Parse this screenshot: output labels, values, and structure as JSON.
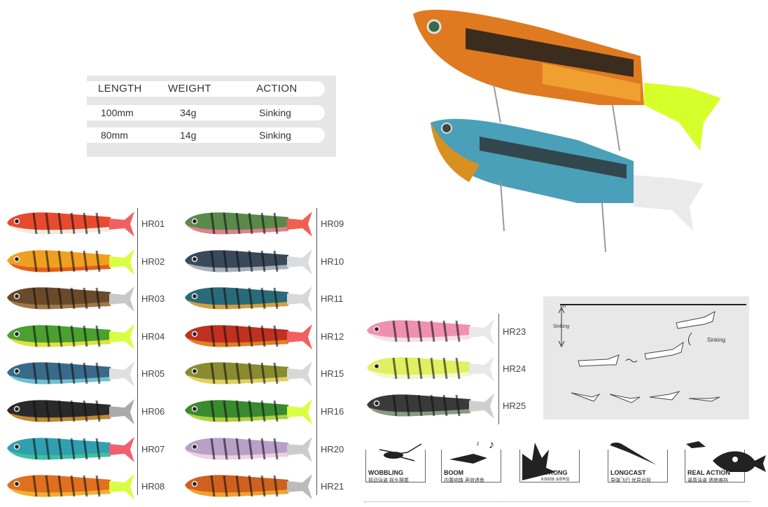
{
  "spec_table": {
    "headers": [
      "LENGTH",
      "WEIGHT",
      "ACTION"
    ],
    "rows": [
      [
        "100mm",
        "34g",
        "Sinking"
      ],
      [
        "80mm",
        "14g",
        "Sinking"
      ]
    ]
  },
  "lure_codes": {
    "col1": [
      "HR01",
      "HR02",
      "HR03",
      "HR04",
      "HR05",
      "HR06",
      "HR07",
      "HR08"
    ],
    "col2": [
      "HR09",
      "HR10",
      "HR11",
      "HR12",
      "HR15",
      "HR16",
      "HR20",
      "HR21"
    ],
    "col3": [
      "HR23",
      "HR24",
      "HR25"
    ]
  },
  "diagram": {
    "depth_label": "0m",
    "sinking_axis_label": "Sinking",
    "sinking_label": "Sinking"
  },
  "features": [
    {
      "label": "WOBBLING",
      "cn": "摇动泳姿 摇头摆尾",
      "icon": "wobble-icon"
    },
    {
      "label": "BOOM",
      "cn": "内置响珠 声效诱鱼",
      "icon": "sound-icon"
    },
    {
      "label": "STRONG",
      "cn": "本体耐撞 涂层牢固",
      "icon": "strong-icon"
    },
    {
      "label": "LONGCAST",
      "cn": "导弹飞行 优异远投",
      "icon": "cast-icon"
    },
    {
      "label": "REAL ACTION",
      "cn": "逼真泳姿 诱惑难挡",
      "icon": "fish-icon"
    }
  ],
  "colors": {
    "HR01": [
      "#e84a2e",
      "#f0ece4",
      "#f06060"
    ],
    "HR02": [
      "#f0a020",
      "#e06020",
      "#d8ff40"
    ],
    "HR03": [
      "#6a4a2a",
      "#a07848",
      "#c8c8c8"
    ],
    "HR04": [
      "#4aa030",
      "#e0e040",
      "#d8ff40"
    ],
    "HR05": [
      "#3a6a8a",
      "#70c0d0",
      "#e0e0e0"
    ],
    "HR06": [
      "#2a2a2a",
      "#c08a30",
      "#aaaaaa"
    ],
    "HR07": [
      "#30a0b0",
      "#40c0a0",
      "#f06070"
    ],
    "HR08": [
      "#e07020",
      "#f0b030",
      "#d8ff40"
    ],
    "HR09": [
      "#5a8a4a",
      "#e08090",
      "#f06050"
    ],
    "HR10": [
      "#3a4a5a",
      "#a8b0b8",
      "#d8dde0"
    ],
    "HR11": [
      "#2a6a7a",
      "#d0a040",
      "#d8d8d8"
    ],
    "HR12": [
      "#c03020",
      "#e08020",
      "#f06060"
    ],
    "HR15": [
      "#8a8a30",
      "#e0d060",
      "#d8d8d8"
    ],
    "HR16": [
      "#3a8a30",
      "#b0d040",
      "#d8ff40"
    ],
    "HR20": [
      "#b8a0c8",
      "#f0d0e0",
      "#cccccc"
    ],
    "HR21": [
      "#d06020",
      "#f0a030",
      "#bbbbbb"
    ],
    "HR23": [
      "#f090b0",
      "#f8e0e8",
      "#e8e8e8"
    ],
    "HR24": [
      "#e0f060",
      "#f4f8d0",
      "#e8e8e8"
    ],
    "HR25": [
      "#3a3a3a",
      "#8a9a80",
      "#cfcfcf"
    ]
  }
}
